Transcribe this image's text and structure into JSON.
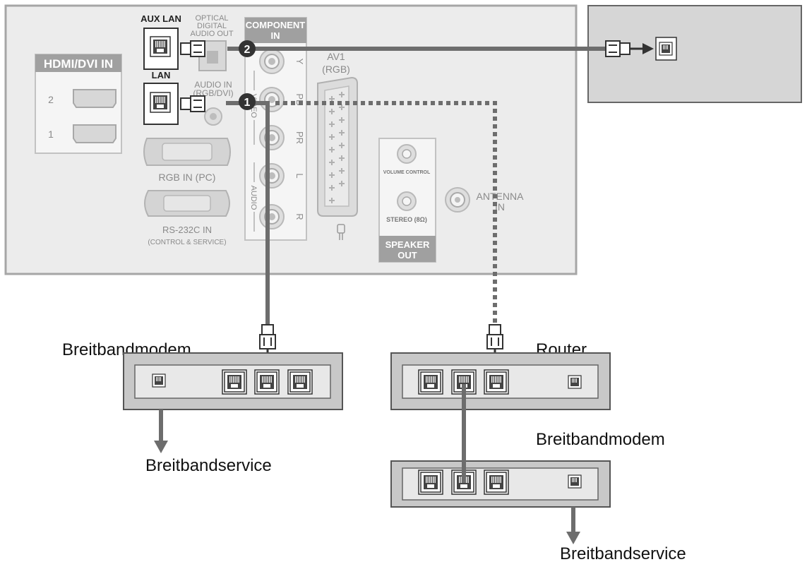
{
  "tv_panel": {
    "hdmi_header": "HDMI/DVI IN",
    "hdmi_port_2": "2",
    "hdmi_port_1": "1",
    "aux_lan": "AUX LAN",
    "lan": "LAN",
    "optical_line1": "OPTICAL",
    "optical_line2": "DIGITAL",
    "optical_line3": "AUDIO OUT",
    "audio_in_line1": "AUDIO IN",
    "audio_in_line2": "(RGB/DVI)",
    "component_line1": "COMPONENT",
    "component_line2": "IN",
    "comp_y": "Y",
    "comp_pb": "PB",
    "comp_pr": "PR",
    "comp_l": "L",
    "comp_r": "R",
    "video_label": "VIDEO",
    "audio_label": "AUDIO",
    "av1_line1": "AV1",
    "av1_line2": "(RGB)",
    "rgb_in": "RGB IN (PC)",
    "rs232_line1": "RS-232C IN",
    "rs232_line2": "(CONTROL & SERVICE)",
    "volume_control": "VOLUME CONTROL",
    "stereo": "STEREO (8Ω)",
    "speaker_out_line1": "SPEAKER",
    "speaker_out_line2": "OUT",
    "antenna_line1": "ANTENNA",
    "antenna_line2": "IN"
  },
  "markers": {
    "one": "1",
    "two": "2"
  },
  "devices": {
    "modem_left_label": "Breitbandmodem",
    "modem_left_service": "Breitbandservice",
    "router_label": "Router",
    "modem_right_label": "Breitbandmodem",
    "modem_right_service": "Breitbandservice"
  },
  "colors": {
    "panel": "#ececec",
    "cable": "#6d6d6d",
    "box": "#c8c8c8",
    "wall_box": "#d6d6d6"
  }
}
